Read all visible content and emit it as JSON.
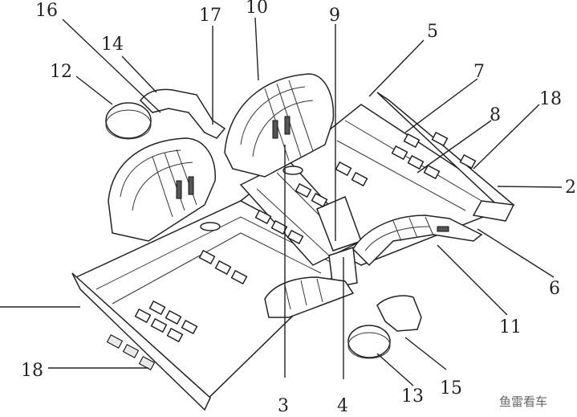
{
  "callouts": [
    {
      "id": "16",
      "text": "16"
    },
    {
      "id": "17",
      "text": "17"
    },
    {
      "id": "10",
      "text": "10"
    },
    {
      "id": "9",
      "text": "9"
    },
    {
      "id": "5",
      "text": "5"
    },
    {
      "id": "14",
      "text": "14"
    },
    {
      "id": "12",
      "text": "12"
    },
    {
      "id": "7",
      "text": "7"
    },
    {
      "id": "18a",
      "text": "18"
    },
    {
      "id": "8",
      "text": "8"
    },
    {
      "id": "2",
      "text": "2"
    },
    {
      "id": "6",
      "text": "6"
    },
    {
      "id": "11",
      "text": "11"
    },
    {
      "id": "18b",
      "text": "18"
    },
    {
      "id": "15",
      "text": "15"
    },
    {
      "id": "13",
      "text": "13"
    },
    {
      "id": "3",
      "text": "3"
    },
    {
      "id": "4",
      "text": "4"
    }
  ],
  "watermark": "鱼雷看车"
}
